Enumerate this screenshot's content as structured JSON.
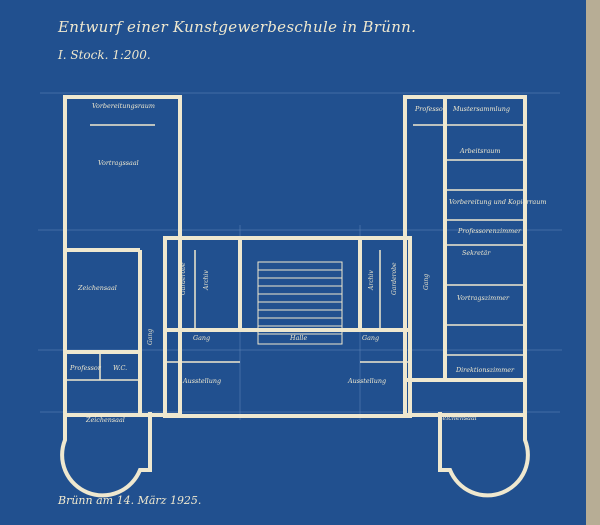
{
  "title": "Entwurf einer Kunstgewerbeschule in Brünn.",
  "subtitle": "I. Stock. 1:200.",
  "date_line": "Brünn am 14. März 1925.",
  "rooms": {
    "vorbereitungsraum": "Vorbereitungsraum",
    "vortragssaal": "Vortragssaal",
    "zeichensaal_left": "Zeichensaal",
    "gang_left_v": "Gang",
    "professor_left": "Professor",
    "wc_left": "W.C.",
    "zeichensaal_bottom_left": "Zeichensaal",
    "garderobe_left": "Garderobe",
    "archiv_left": "Archiv",
    "gang_center_left": "Gang",
    "ausstellung_left": "Ausstellung",
    "halle": "Halle",
    "gang_center_right": "Gang",
    "ausstellung_right": "Ausstellung",
    "archiv_right": "Archiv",
    "garderobe_right": "Garderobe",
    "gang_right_v": "Gang",
    "professor_right": "Professor",
    "mustersammlung": "Mustersammlung",
    "arbeitsraum": "Arbeitsraum",
    "vorbereitung_kopierraum": "Vorbereitung und Kopierraum",
    "professorenzimmer": "Professorenzimmer",
    "sekretaer": "Sekretär",
    "vortragszimmer": "Vortragszimmer",
    "direktionszimmer": "Direktionszimmer",
    "zeichensaal_bottom_right": "Zeichensaal"
  },
  "colors": {
    "paper": "#21508f",
    "lines": "#efe8cf"
  }
}
